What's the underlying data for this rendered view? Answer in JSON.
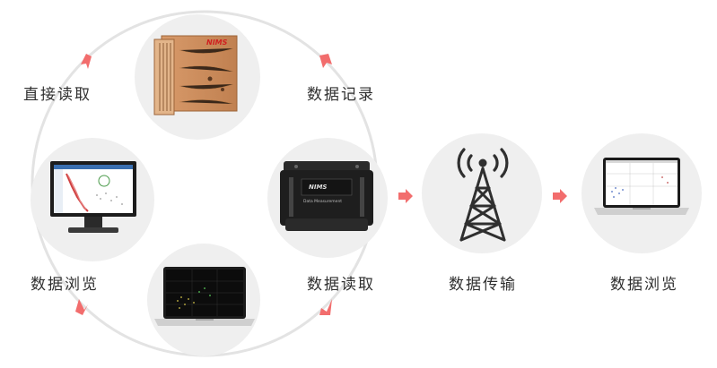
{
  "cycle": {
    "direct_read": "直接读取",
    "data_record": "数据记录",
    "data_browse": "数据浏览",
    "data_read": "数据读取"
  },
  "flow": {
    "data_transfer": "数据传输",
    "data_browse": "数据浏览"
  },
  "device": {
    "brand": "NIMS",
    "model_line": "Data Measurement"
  },
  "colors": {
    "arrow": "#f26d6d",
    "ring": "#e3e3e3",
    "bubble": "#efefef",
    "wood": "#c9885a",
    "device": "#1e1e1e",
    "tower": "#2f2f2f"
  },
  "icons": [
    "arrow-right-icon",
    "antenna-tower-icon",
    "signal-waves-icon"
  ]
}
